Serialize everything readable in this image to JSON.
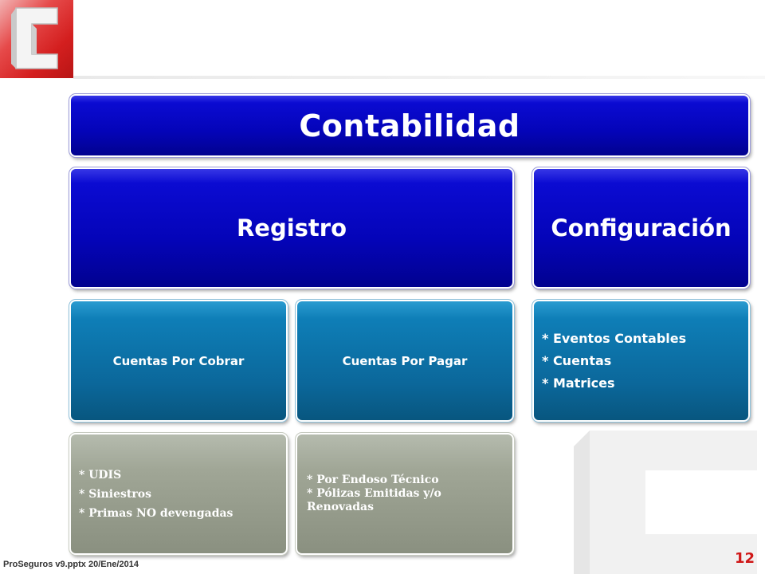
{
  "colors": {
    "brand_red": "#d41f1f",
    "navy": "#0404b8",
    "teal": "#0b679a",
    "grey": "#9ca293",
    "page_number": "#d01818"
  },
  "logo": {
    "icon": "c-logo-icon"
  },
  "diagram": {
    "title": "Contabilidad",
    "registro": {
      "label": "Registro",
      "cuentas_por_cobrar": {
        "label": "Cuentas Por Cobrar",
        "items": [
          "* UDIS",
          "* Siniestros",
          "* Primas NO devengadas"
        ]
      },
      "cuentas_por_pagar": {
        "label": "Cuentas Por Pagar",
        "items": [
          "* Por Endoso Técnico",
          "* Pólizas Emitidas y/o Renovadas"
        ]
      }
    },
    "configuracion": {
      "label": "Configuración",
      "items": [
        "* Eventos Contables",
        "* Cuentas",
        "* Matrices"
      ]
    }
  },
  "footer": {
    "file_info": "ProSeguros v9.pptx 20/Ene/2014",
    "page_number": "12"
  }
}
